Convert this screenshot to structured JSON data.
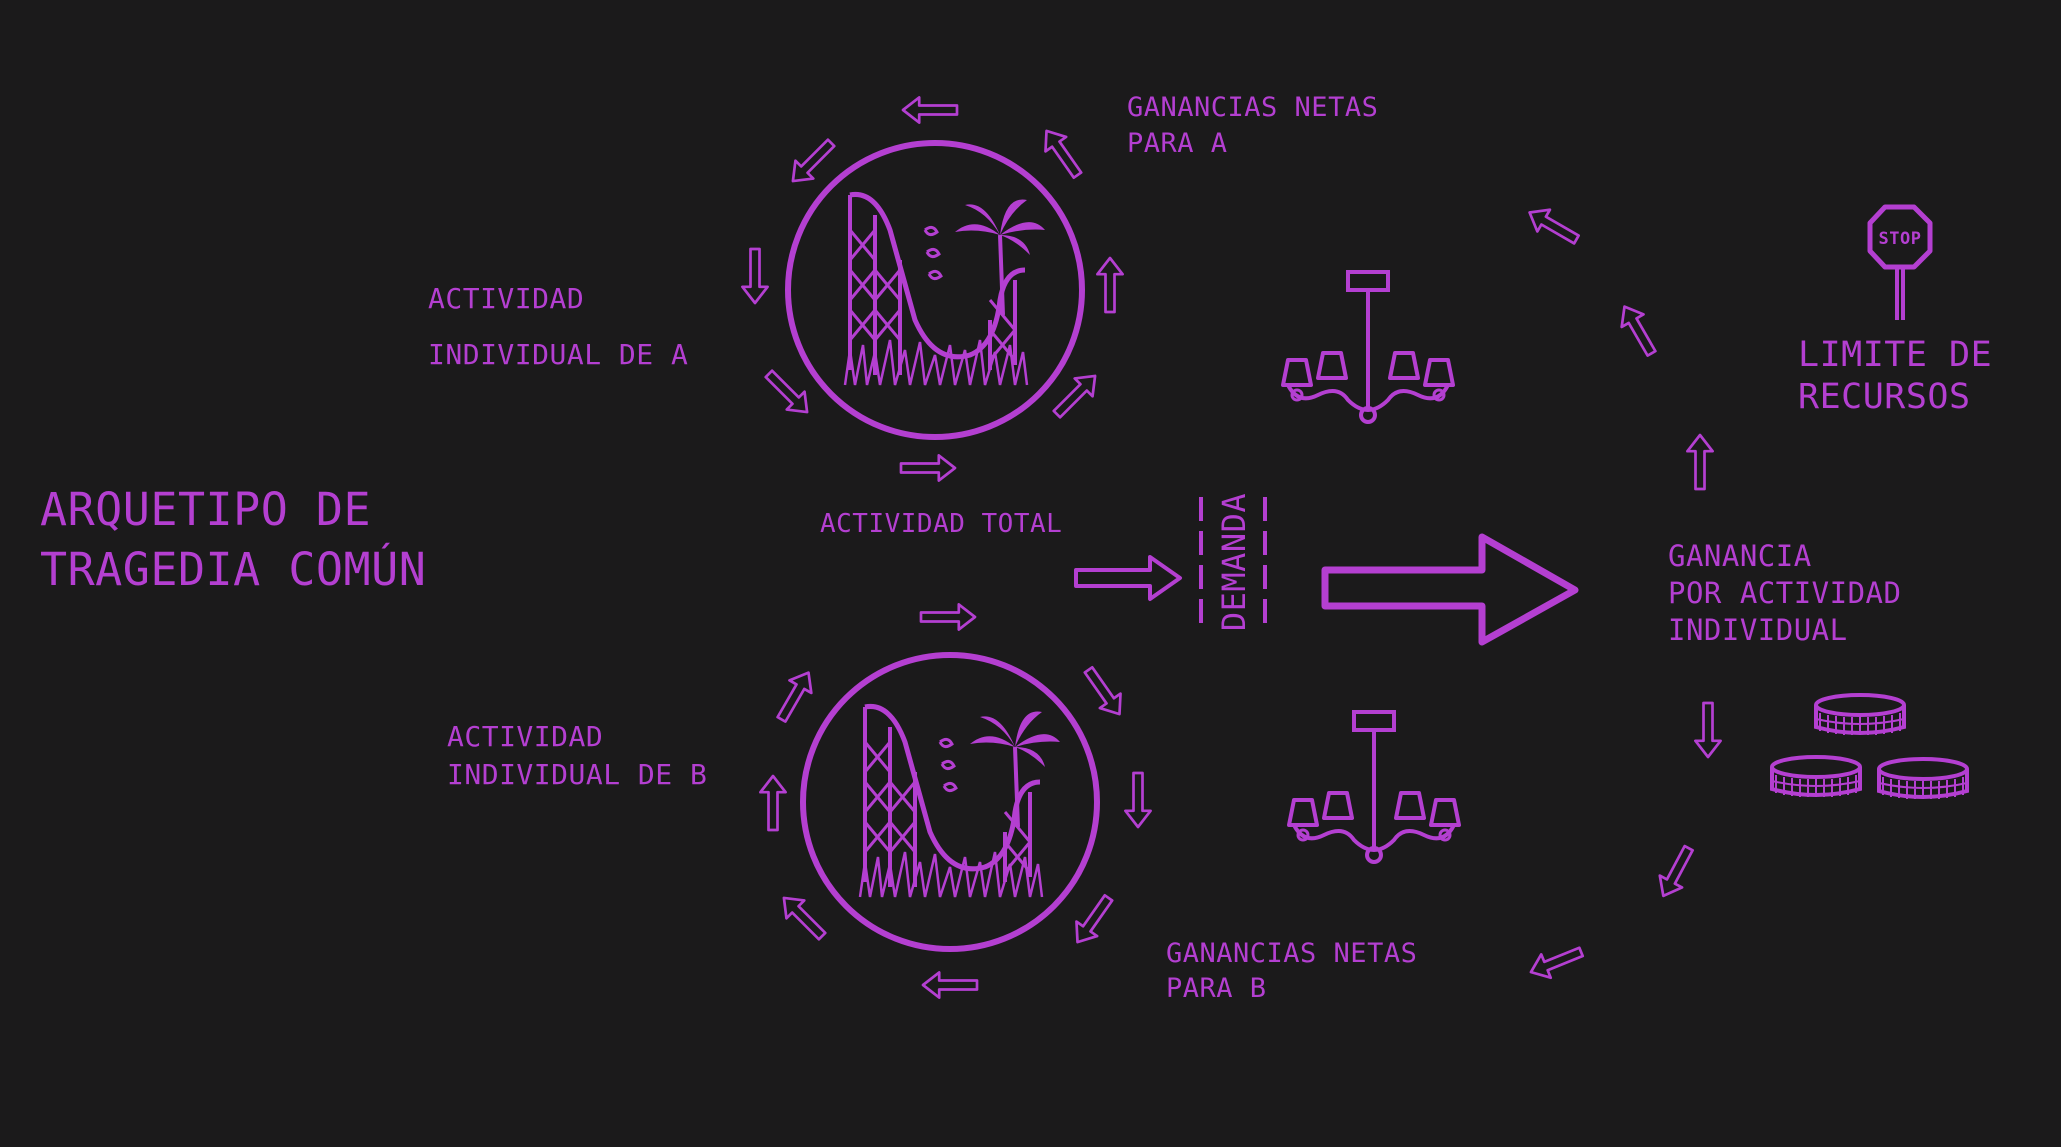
{
  "title": {
    "line1": "ARQUETIPO DE",
    "line2": "TRAGEDIA COMÚN"
  },
  "labels": {
    "activity_a": {
      "line1": "ACTIVIDAD",
      "line2": "INDIVIDUAL DE A"
    },
    "activity_b": {
      "line1": "ACTIVIDAD",
      "line2": "INDIVIDUAL DE B"
    },
    "total_activity": "ACTIVIDAD TOTAL",
    "demand": "DEMANDA",
    "net_gain_a": {
      "line1": "GANANCIAS NETAS",
      "line2": "PARA A"
    },
    "net_gain_b": {
      "line1": "GANANCIAS NETAS",
      "line2": "PARA B"
    },
    "gain_per_activity": {
      "line1": "GANANCIA",
      "line2": "POR ACTIVIDAD",
      "line3": "INDIVIDUAL"
    },
    "resource_limit": {
      "line1": "LIMITE DE",
      "line2": "RECURSOS"
    },
    "stop_sign": "STOP"
  },
  "colors": {
    "accent": "#b43fd1",
    "background": "#1b1a1b"
  },
  "icons": [
    "roller-coaster-icon",
    "palm-tree-icon",
    "chandelier-icon",
    "coins-icon",
    "stop-sign-icon",
    "arrow-icon"
  ]
}
